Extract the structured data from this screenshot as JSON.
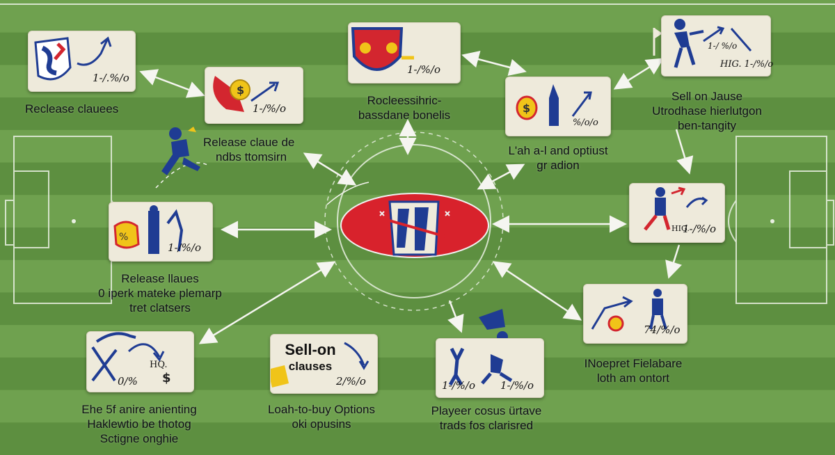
{
  "colors": {
    "pitch_light": "#6fa14f",
    "pitch_dark": "#5d8f40",
    "card": "#eeeadb",
    "navy": "#1f3c93",
    "red": "#d3262f",
    "gold": "#f0c419"
  },
  "nodes": [
    {
      "id": "release_top_left",
      "label_lines": [
        "Reclease clauees"
      ],
      "card_text": "1-/.%/o",
      "icon": "crest-icon"
    },
    {
      "id": "release_mid_left",
      "label_lines": [
        "Release claue de",
        "ndbs ttomsirn"
      ],
      "card_text": "1-/%/o",
      "icon": "money-bag-icon"
    },
    {
      "id": "release_left",
      "label_lines": [
        "Release llaues",
        "0 iperk mateke plemarp",
        "tret clatsers"
      ],
      "card_text": "1-/%/o",
      "icon": "player-shirt-icon"
    },
    {
      "id": "anti_trading",
      "label_lines": [
        "Ehe 5f anire anienting",
        "Haklewtio be thotog",
        "Sctigne onghie"
      ],
      "card_text": "0/%",
      "card_text_2": "HQ.",
      "icon": "tactics-arrow-icon"
    },
    {
      "id": "sell_on_bottom",
      "card_title_lines": [
        "Sell-on",
        "clauses"
      ],
      "label_lines": [
        "Loah-to-buy Options",
        "oki opusins"
      ],
      "card_text": "2/%/o",
      "icon": "coin-icon"
    },
    {
      "id": "player_cost",
      "label_lines": [
        "Playeer cosus ürtave",
        "trads fos clarisred"
      ],
      "card_text": "1-/%/o",
      "card_text_2": "1-/%/o",
      "icon": "celebrating-player-icon"
    },
    {
      "id": "incentive",
      "label_lines": [
        "INoepret Fielabare",
        "loth am ontort"
      ],
      "card_text": "74/%/o",
      "icon": "winger-icon"
    },
    {
      "id": "right_mid",
      "label_lines": [],
      "card_text": "1-/%/o",
      "card_text_2": "HIG.",
      "icon": "runner-icon"
    },
    {
      "id": "sell_on_top_right",
      "label_lines": [
        "Sell on Jause",
        "Utrodhase hierlutgon",
        "ben-tangity"
      ],
      "card_text": "HIG. 1-/%/o",
      "card_text_2": "1-/ %/o",
      "icon": "striker-icon"
    },
    {
      "id": "loan_option",
      "label_lines": [
        "L'ah a-l and optiust",
        "gr adion"
      ],
      "card_text": "%/o/o",
      "icon": "rocket-icon"
    },
    {
      "id": "top_center",
      "label_lines": [
        "Rocleessihric-",
        "bassdane bonelis"
      ],
      "card_text": "1-/%/o",
      "icon": "shield-icon"
    }
  ]
}
